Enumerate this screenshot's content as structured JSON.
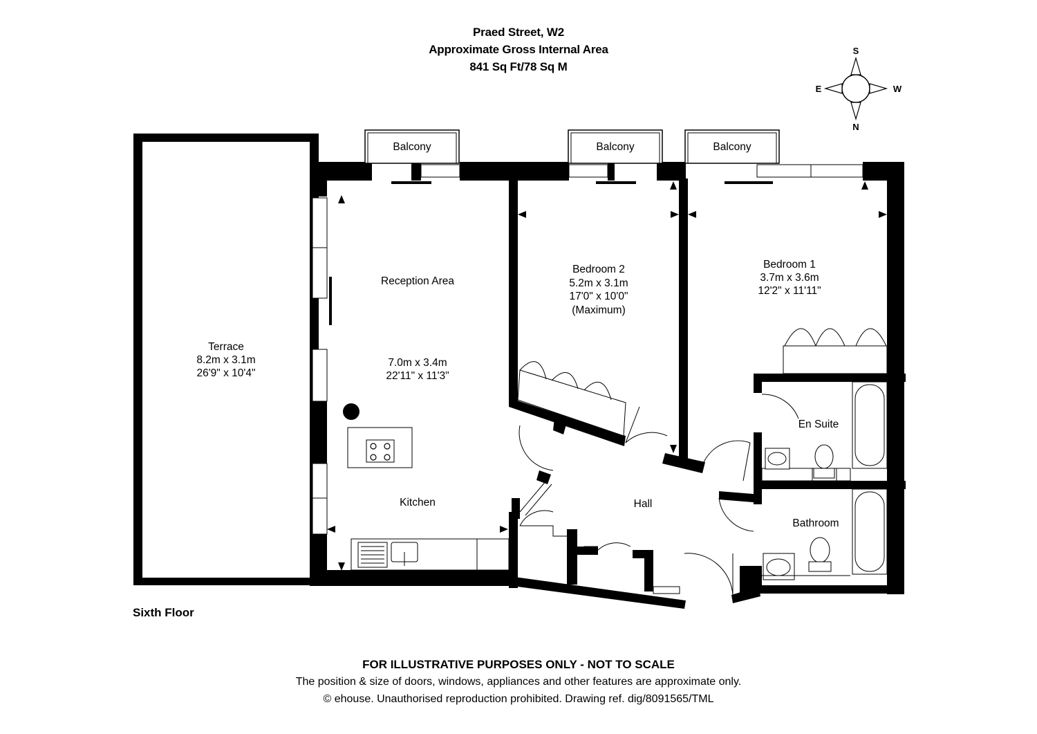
{
  "header": {
    "address": "Praed Street, W2",
    "area_caption": "Approximate Gross Internal Area",
    "area_value": "841 Sq Ft/78 Sq M"
  },
  "compass": {
    "top": "S",
    "left": "E",
    "right": "W",
    "bottom": "N"
  },
  "rooms": {
    "terrace": {
      "name": "Terrace",
      "metric": "8.2m x 3.1m",
      "imperial": "26'9\" x 10'4\""
    },
    "reception": {
      "name": "Reception Area",
      "metric": "7.0m x 3.4m",
      "imperial": "22'11\" x 11'3\""
    },
    "kitchen": {
      "name": "Kitchen"
    },
    "bedroom2": {
      "name": "Bedroom 2",
      "metric": "5.2m x 3.1m",
      "imperial": "17'0\" x 10'0\"",
      "note": "(Maximum)"
    },
    "bedroom1": {
      "name": "Bedroom 1",
      "metric": "3.7m x 3.6m",
      "imperial": "12'2\" x 11'11\""
    },
    "ensuite": {
      "name": "En Suite"
    },
    "bathroom": {
      "name": "Bathroom"
    },
    "hall": {
      "name": "Hall"
    },
    "balcony_left": {
      "name": "Balcony"
    },
    "balcony_mid": {
      "name": "Balcony"
    },
    "balcony_right": {
      "name": "Balcony"
    }
  },
  "floor_label": "Sixth Floor",
  "footer": {
    "disclaimer": "FOR ILLUSTRATIVE PURPOSES ONLY - NOT TO SCALE",
    "note": "The position & size of doors, windows, appliances and other features are approximate only.",
    "copyright": "© ehouse. Unauthorised reproduction prohibited. Drawing ref. dig/8091565/TML"
  },
  "colors": {
    "wall": "#000000",
    "background": "#ffffff",
    "fixture_line": "#333333"
  }
}
